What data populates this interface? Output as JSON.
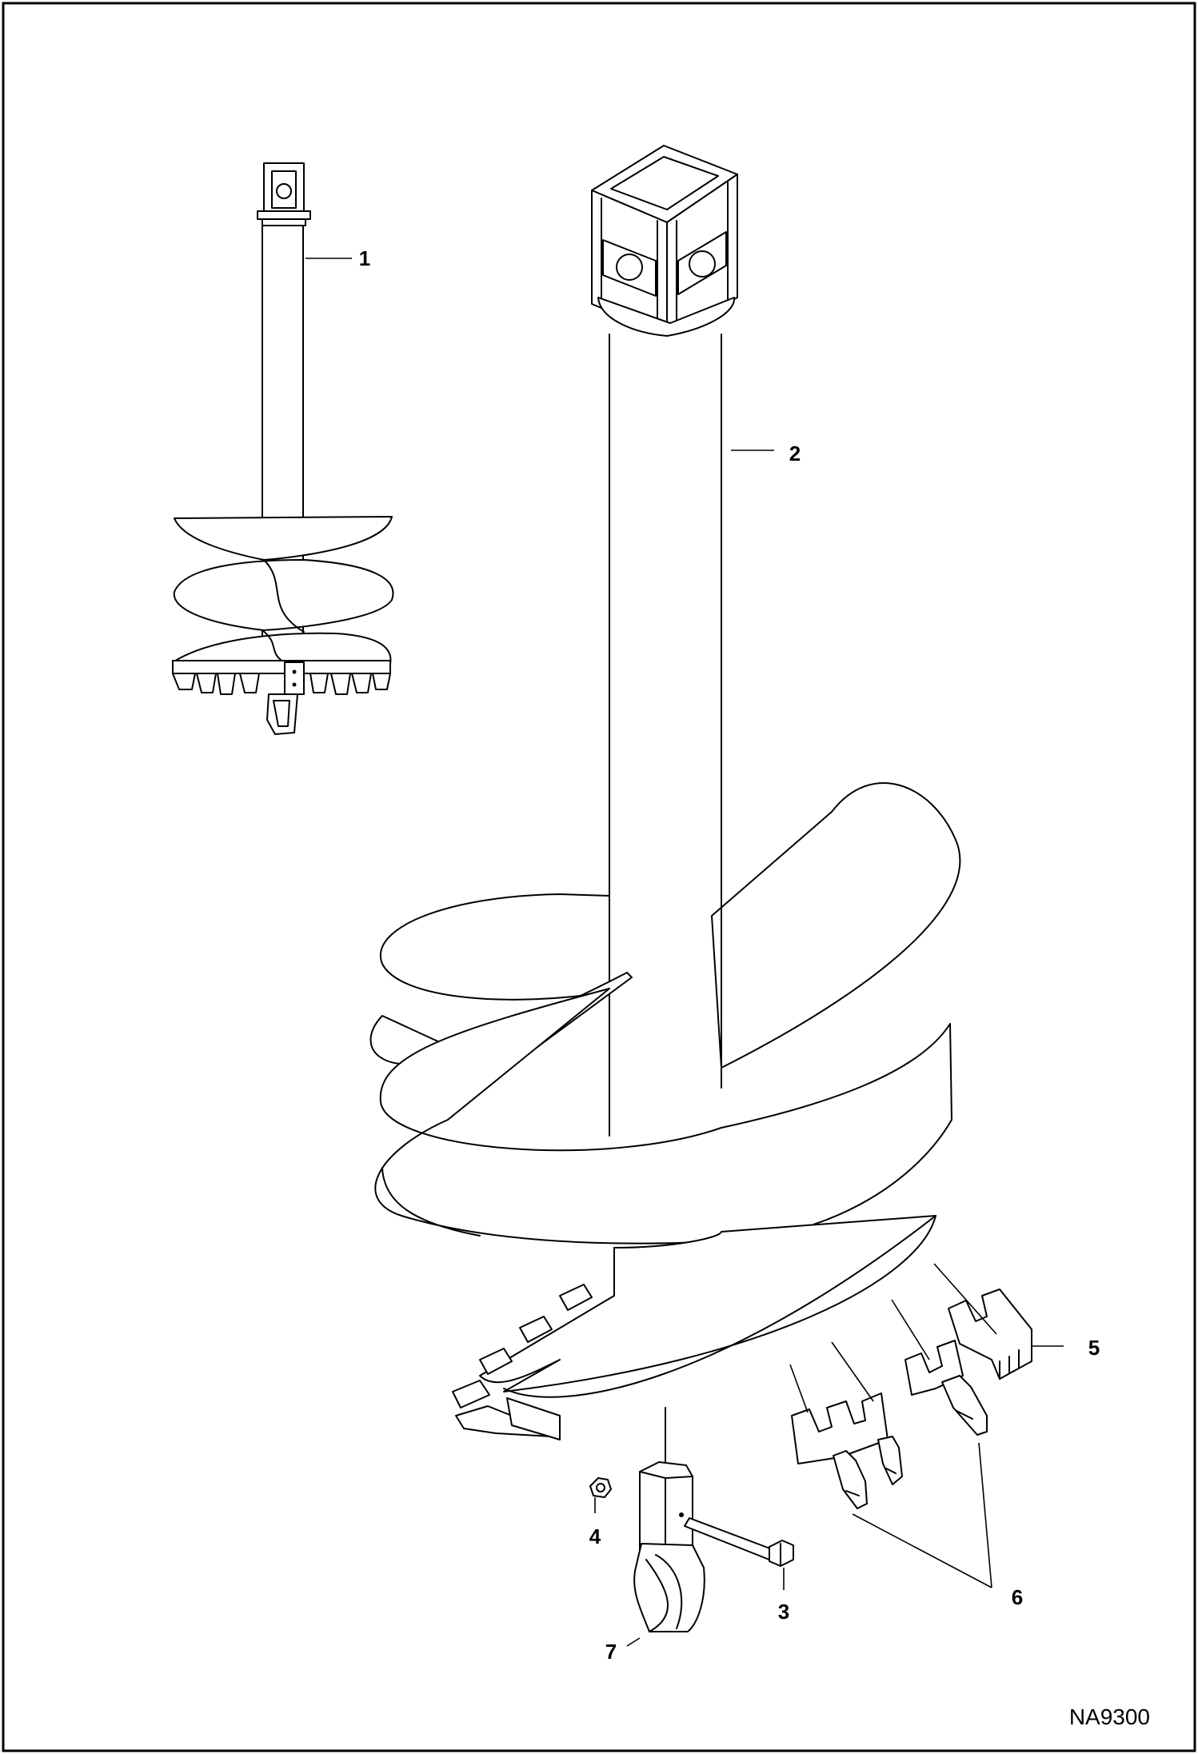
{
  "drawing": {
    "figure_number": "NA9300",
    "callouts": [
      {
        "id": "c1",
        "label": "1"
      },
      {
        "id": "c2",
        "label": "2"
      },
      {
        "id": "c3",
        "label": "3"
      },
      {
        "id": "c4",
        "label": "4"
      },
      {
        "id": "c5",
        "label": "5"
      },
      {
        "id": "c6",
        "label": "6"
      },
      {
        "id": "c7",
        "label": "7"
      }
    ]
  }
}
